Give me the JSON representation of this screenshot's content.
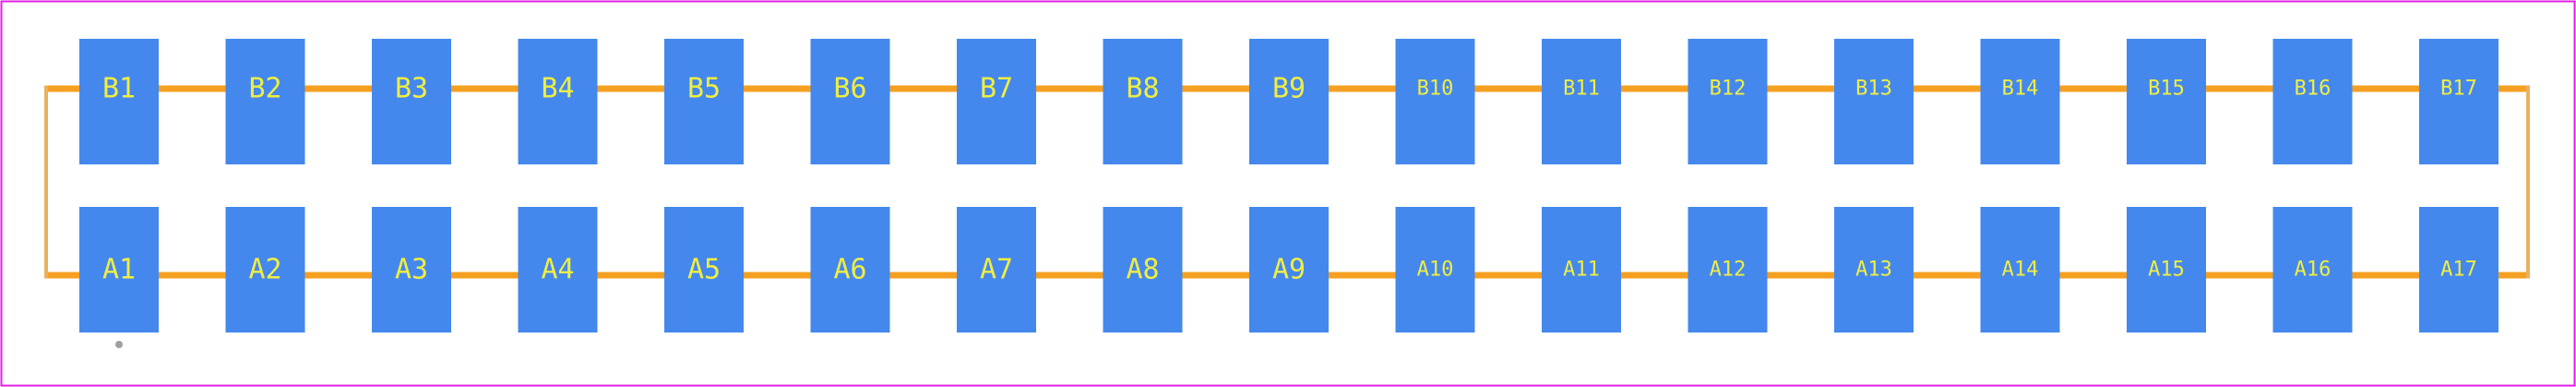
{
  "colors": {
    "background": "#ffffff",
    "board_outline": "#e020e0",
    "trace": "#f5a020",
    "trace_edge": "#e8b060",
    "pad_fill": "#4488ee",
    "pad_label": "#f0ee40",
    "pin1_marker": "#a0a0a0"
  },
  "diagram": {
    "rows": [
      {
        "name": "row-b",
        "pads": [
          "B1",
          "B2",
          "B3",
          "B4",
          "B5",
          "B6",
          "B7",
          "B8",
          "B9",
          "B10",
          "B11",
          "B12",
          "B13",
          "B14",
          "B15",
          "B16",
          "B17"
        ]
      },
      {
        "name": "row-a",
        "pads": [
          "A1",
          "A2",
          "A3",
          "A4",
          "A5",
          "A6",
          "A7",
          "A8",
          "A9",
          "A10",
          "A11",
          "A12",
          "A13",
          "A14",
          "A15",
          "A16",
          "A17"
        ]
      }
    ],
    "pin1_indicator": "dot-icon"
  }
}
